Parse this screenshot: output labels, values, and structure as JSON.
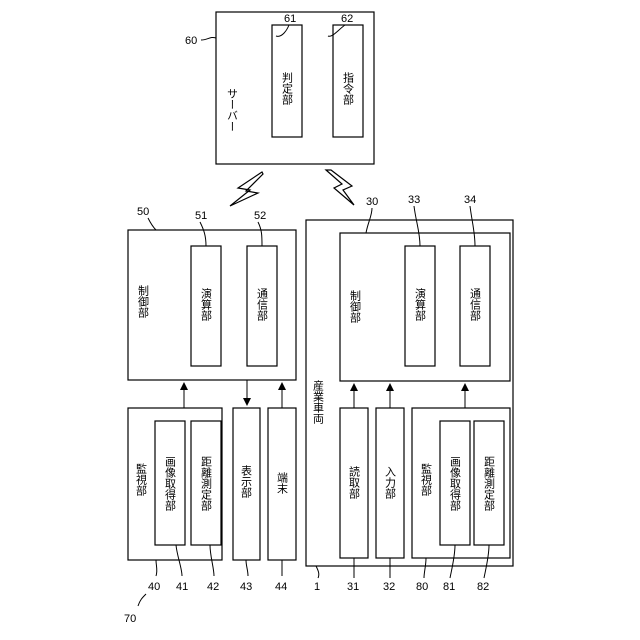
{
  "server": {
    "ref": "60",
    "label": "サーバー",
    "judge": {
      "ref": "61",
      "label": "判定部"
    },
    "command": {
      "ref": "62",
      "label": "指令部"
    }
  },
  "left": {
    "control": {
      "ref": "50",
      "label": "制御部"
    },
    "calc": {
      "ref": "51",
      "label": "演算部"
    },
    "comm": {
      "ref": "52",
      "label": "通信部"
    },
    "monitor": {
      "ref": "40",
      "label": "監視部"
    },
    "image": {
      "ref": "41",
      "label": "画像取得部"
    },
    "distance": {
      "ref": "42",
      "label": "距離測定部"
    },
    "display": {
      "ref": "43",
      "label": "表示部"
    },
    "terminal": {
      "ref": "44",
      "label": "端末"
    },
    "system_ref": "70"
  },
  "vehicle": {
    "ref": "1",
    "label": "産業車両",
    "control": {
      "ref": "30",
      "label": "制御部"
    },
    "calc": {
      "ref": "33",
      "label": "演算部"
    },
    "comm": {
      "ref": "34",
      "label": "通信部"
    },
    "reader": {
      "ref": "31",
      "label": "読取部"
    },
    "input": {
      "ref": "32",
      "label": "入力部"
    },
    "monitor": {
      "ref": "80",
      "label": "監視部"
    },
    "image": {
      "ref": "81",
      "label": "画像取得部"
    },
    "distance": {
      "ref": "82",
      "label": "距離測定部"
    }
  }
}
